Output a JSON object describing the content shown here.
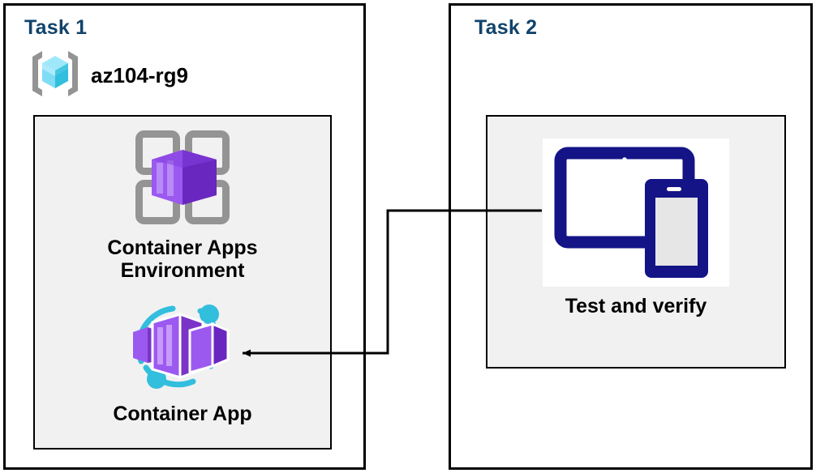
{
  "diagram": {
    "title": "Azure Container Apps task diagram",
    "background": "#ffffff",
    "accent_blue": "#12436b",
    "panel_grey": "#f1f1f1",
    "border_black": "#000000",
    "purple": "#7a34c7",
    "cyan": "#32bedd",
    "navy": "#141487"
  },
  "task1": {
    "title": "Task 1",
    "resource_group": {
      "icon": "resource-group-icon",
      "label": "az104-rg9"
    },
    "nodes": [
      {
        "icon": "container-apps-environment-icon",
        "label_lines": [
          "Container Apps",
          "Environment"
        ],
        "line1": "Container Apps",
        "line2": "Environment"
      },
      {
        "icon": "container-app-icon",
        "label_lines": [
          "Container App"
        ],
        "line1": "Container App"
      }
    ]
  },
  "task2": {
    "title": "Task 2",
    "nodes": [
      {
        "icon": "test-and-verify-devices-icon",
        "label_lines": [
          "Test and verify"
        ],
        "line1": "Test and verify"
      }
    ]
  },
  "connector": {
    "name": "test-to-container-app-arrow",
    "from": "Test and verify",
    "to": "Container App",
    "direction": "right-to-left",
    "style": "orthogonal-elbow-with-arrowhead",
    "color": "#000000"
  }
}
